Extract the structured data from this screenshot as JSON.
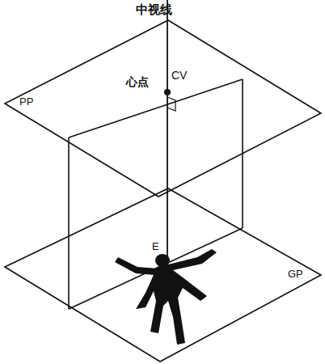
{
  "diagram": {
    "labels": [
      "中视线",
      "心点",
      "CV",
      "PP",
      "E",
      "GP"
    ]
  }
}
